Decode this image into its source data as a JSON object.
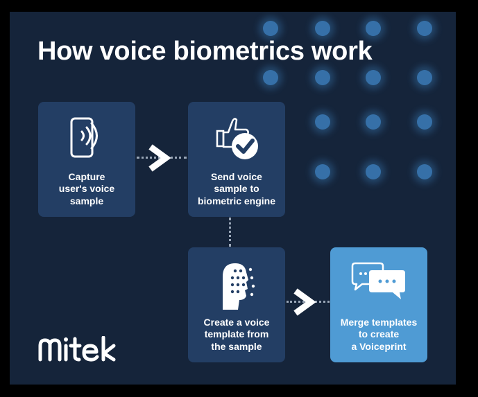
{
  "title": "How voice biometrics work",
  "steps": [
    {
      "label": "Capture\nuser's voice\nsample",
      "icon": "phone-sound-icon"
    },
    {
      "label": "Send voice\nsample to\nbiometric engine",
      "icon": "thumbs-up-check-icon"
    },
    {
      "label": "Create a voice\ntemplate from\nthe sample",
      "icon": "face-profile-dots-icon"
    },
    {
      "label": "Merge templates\nto create\na Voiceprint",
      "icon": "chat-bubbles-icon"
    }
  ],
  "brand": {
    "name": "Mitek"
  },
  "colors": {
    "background": "#15243a",
    "card": "#233e64",
    "accent_card": "#4f9bd4",
    "glow_dots": "#3a79b4"
  }
}
